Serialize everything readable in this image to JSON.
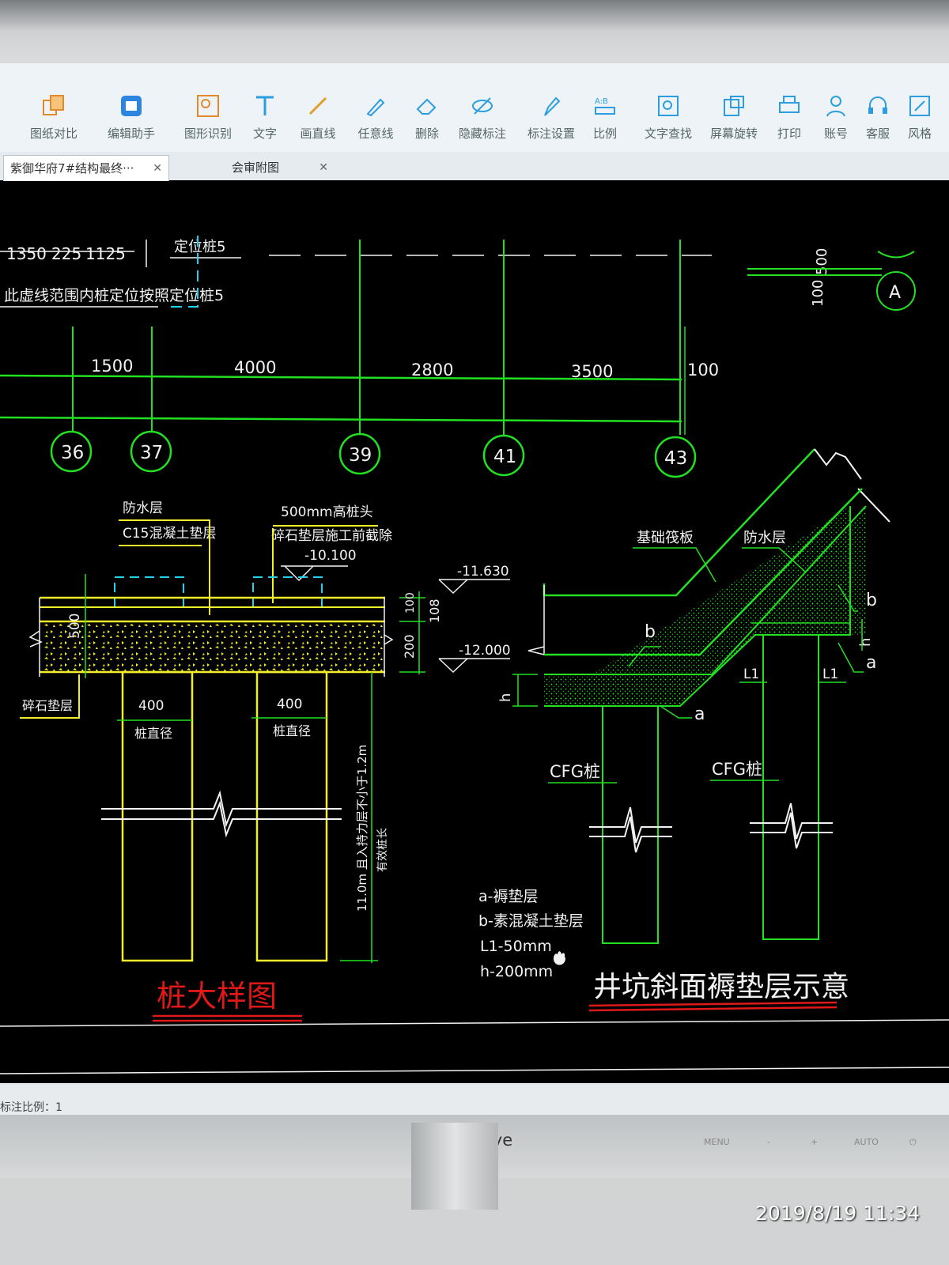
{
  "toolbar": {
    "items": [
      {
        "label": "图纸对比",
        "icon": "compare-icon"
      },
      {
        "label": "编辑助手",
        "icon": "edit-assistant-icon"
      },
      {
        "label": "图形识别",
        "icon": "shape-recognition-icon"
      },
      {
        "label": "文字",
        "icon": "text-icon"
      },
      {
        "label": "画直线",
        "icon": "line-icon"
      },
      {
        "label": "任意线",
        "icon": "freeline-icon"
      },
      {
        "label": "删除",
        "icon": "eraser-icon"
      },
      {
        "label": "隐藏标注",
        "icon": "hide-annotation-icon"
      },
      {
        "label": "标注设置",
        "icon": "annotation-settings-icon"
      },
      {
        "label": "比例",
        "icon": "scale-icon"
      },
      {
        "label": "文字查找",
        "icon": "text-search-icon"
      },
      {
        "label": "屏幕旋转",
        "icon": "rotate-screen-icon"
      },
      {
        "label": "打印",
        "icon": "print-icon"
      },
      {
        "label": "账号",
        "icon": "account-icon"
      },
      {
        "label": "客服",
        "icon": "support-icon"
      },
      {
        "label": "风格",
        "icon": "style-icon"
      }
    ]
  },
  "tabs": [
    {
      "label": "紫御华府7#结构最终···",
      "active": true
    },
    {
      "label": "会审附图",
      "active": false
    }
  ],
  "drawing": {
    "top_dims": [
      "1350",
      "225",
      "1125"
    ],
    "locator_label": "定位桩5",
    "note": "此虚线范围内桩定位按照定位桩5",
    "right_dims": [
      "500",
      "100"
    ],
    "axis_A": "A",
    "spacings": [
      "1500",
      "4000",
      "2800",
      "3500",
      "100"
    ],
    "axes": [
      "36",
      "37",
      "39",
      "41",
      "43"
    ],
    "pile": {
      "waterproof": "防水层",
      "c15": "C15混凝土垫层",
      "head": "500mm高桩头",
      "gravel_note": "碎石垫层施工前截除",
      "elev1": "-10.100",
      "elev2": "-11.630",
      "elev3": "-12.000",
      "d500": "500",
      "d100": "100",
      "d108": "108",
      "d200": "200",
      "gravel": "碎石垫层",
      "dia_value": "400",
      "dia_label": "桩直径",
      "length_note": "11.0m  且入持力层不小于1.2m",
      "length_label": "有效桩长",
      "title": "桩大样图"
    },
    "pit": {
      "raft": "基础筏板",
      "waterproof": "防水层",
      "b": "b",
      "a": "a",
      "h": "h",
      "L1": "L1",
      "cfg": "CFG桩",
      "legend": [
        "a-褥垫层",
        "b-素混凝土垫层",
        "L1-50mm",
        "h-200mm"
      ],
      "title": "井坑斜面褥垫层示意"
    }
  },
  "status": {
    "scale_label": "标注比例：1"
  },
  "monitor": {
    "brand": "xiangye",
    "controls": [
      "MENU",
      "-",
      "+",
      "AUTO"
    ]
  },
  "photo_timestamp": "2019/8/19  11:34",
  "colors": {
    "green": "#22e022",
    "yellow": "#f4ee2a",
    "cyan": "#22d3ee",
    "white": "#f2f2f2",
    "red": "#e01818"
  }
}
